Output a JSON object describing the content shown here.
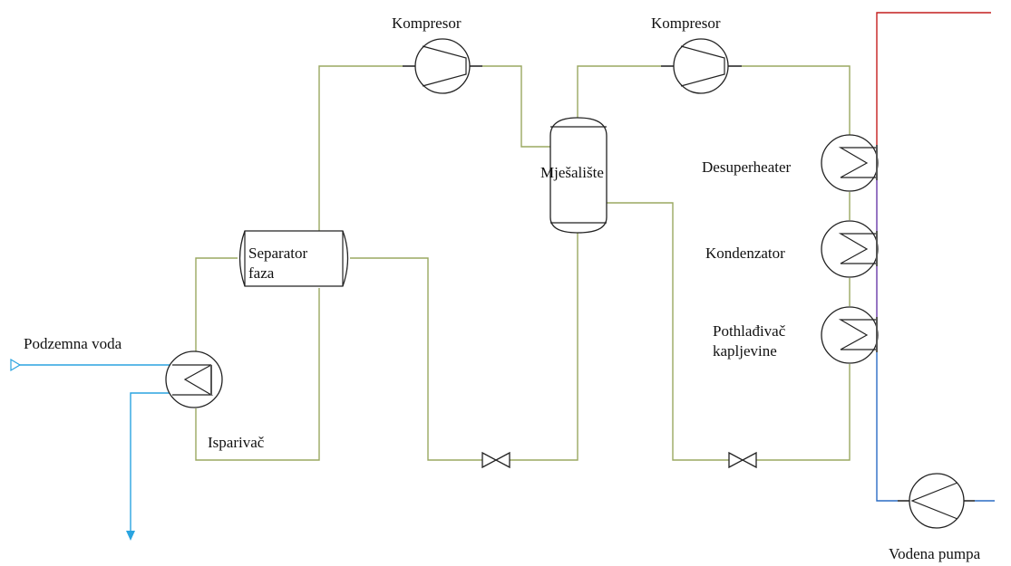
{
  "labels": {
    "compressor_1": "Kompresor",
    "compressor_2": "Kompresor",
    "mixer": "Mješalište",
    "separator_line1": "Separator",
    "separator_line2": "faza",
    "desuperheater": "Desuperheater",
    "condenser": "Kondenzator",
    "subcooler_line1": "Pothlađivač",
    "subcooler_line2": "kapljevine",
    "groundwater": "Podzemna voda",
    "evaporator": "Isparivač",
    "water_pump": "Vodena pumpa"
  },
  "colors": {
    "refrigerant_line": "#9aa860",
    "groundwater_line": "#2aa4e0",
    "hot_water_out": "#c41e1e",
    "water_return": "#2a6cc4",
    "water_intermediate": "#6a3aa8"
  }
}
